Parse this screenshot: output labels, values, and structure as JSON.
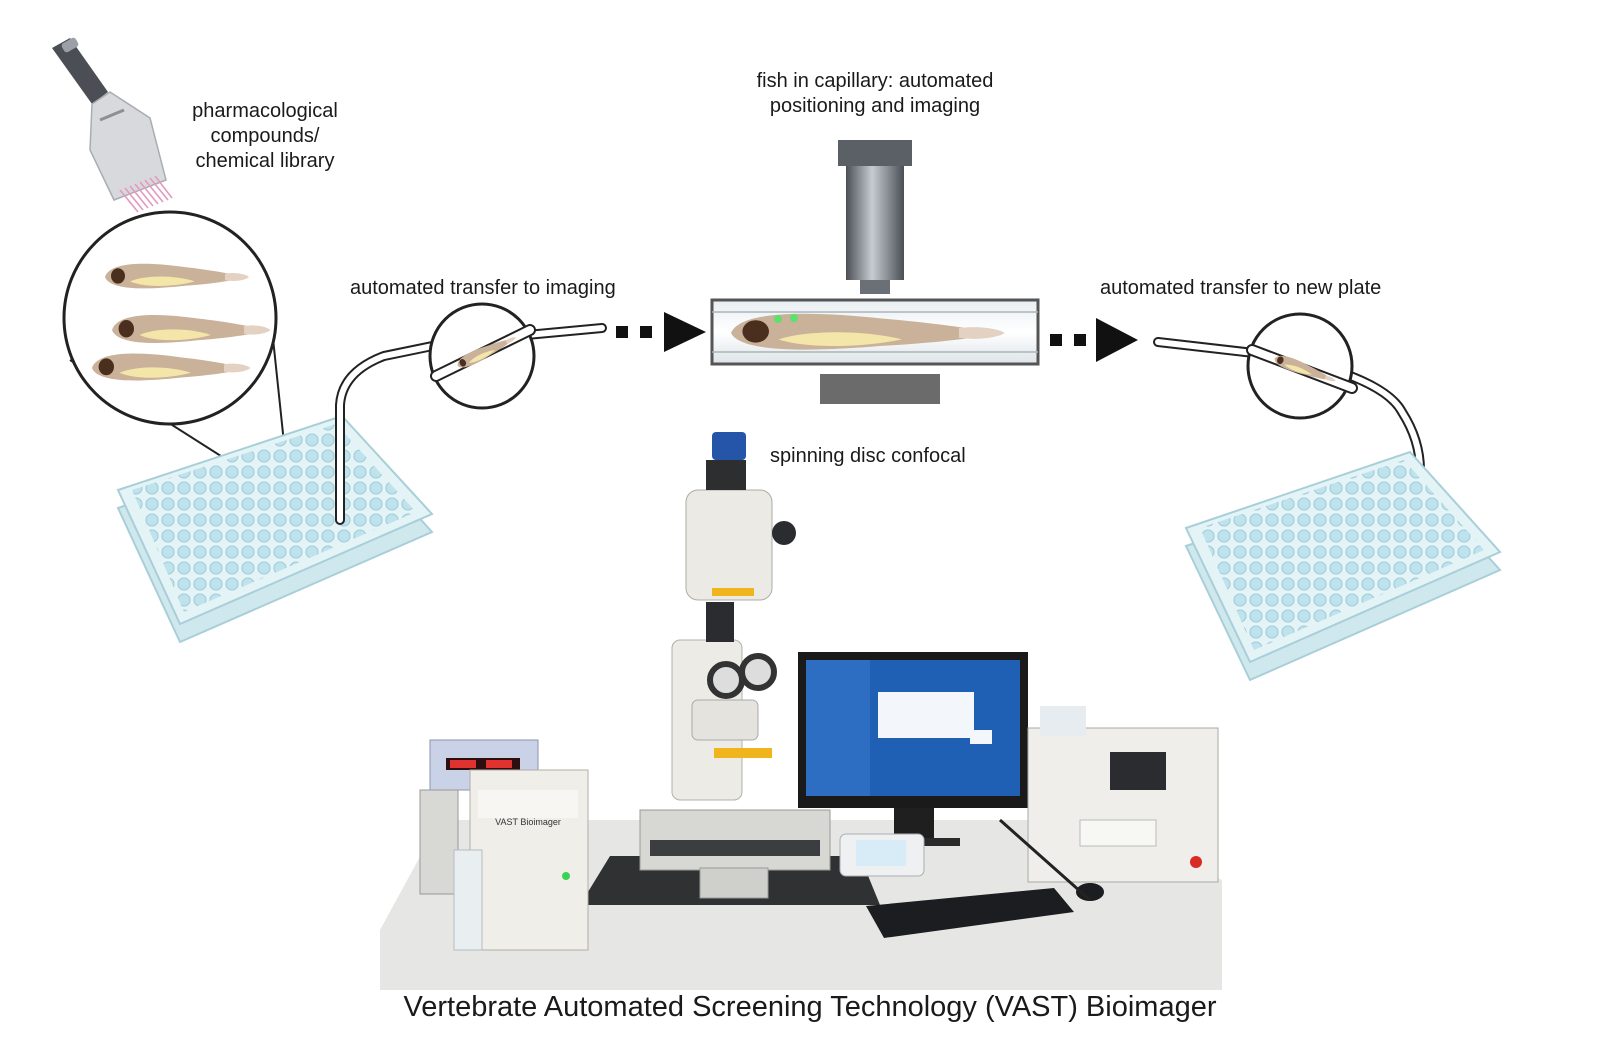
{
  "labels": {
    "compounds": [
      "pharmacological",
      "compounds/",
      "chemical library"
    ],
    "transfer_imaging": "automated transfer to imaging",
    "capillary": [
      "fish in capillary: automated",
      "positioning and imaging"
    ],
    "transfer_plate": "automated transfer to new plate",
    "confocal": "spinning disc confocal",
    "monitor_brand": "VAST Bioimager",
    "caption": "Vertebrate Automated Screening Technology (VAST) Bioimager"
  },
  "colors": {
    "plate": "#d9eef2",
    "well": "#bfe3ec",
    "fish_body": "#c9b19a",
    "fish_yolk": "#f3e6a8",
    "fish_eye": "#4a2e1e",
    "screen": "#1f5fb4",
    "arrow": "#111111",
    "tip": "#e39ac1"
  },
  "icons": [
    "multichannel-pipette-icon",
    "zebrafish-larva-icon",
    "objective-lens-icon",
    "well-plate-icon",
    "capillary-tube-icon",
    "arrow-right-icon"
  ]
}
